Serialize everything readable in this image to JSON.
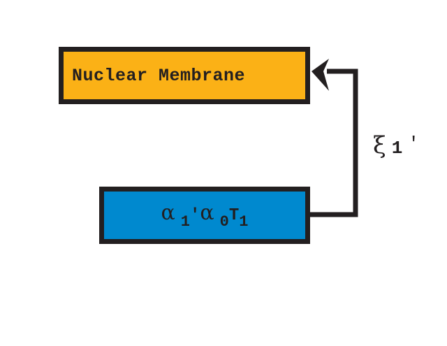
{
  "diagram": {
    "nodes": [
      {
        "id": "nuclear-membrane",
        "label": "Nuclear Membrane",
        "fill": "#fbb116",
        "border": "#231f20"
      },
      {
        "id": "alpha-complex",
        "label_parts": {
          "alpha1": "α",
          "sub1": "1",
          "prime": "'",
          "alpha0": "α",
          "sub0": "0",
          "T": "T",
          "subT": "1"
        },
        "fill": "#0089cf",
        "border": "#231f20"
      }
    ],
    "edges": [
      {
        "from": "alpha-complex",
        "to": "nuclear-membrane",
        "label_parts": {
          "xi": "ξ",
          "num": "1",
          "prime": "'"
        },
        "color": "#231f20"
      }
    ]
  }
}
